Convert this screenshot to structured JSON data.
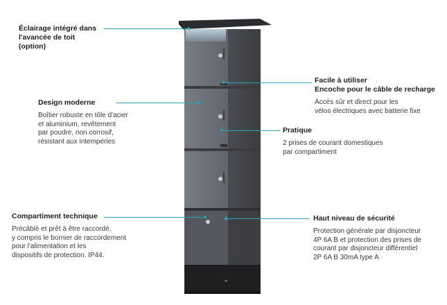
{
  "callouts": {
    "lighting": {
      "title_l1": "Éclairage intégré dans",
      "title_l2": "l'avancée de toit",
      "title_l3": "(option)"
    },
    "design": {
      "title": "Design moderne",
      "text_l1": "Boîtier robuste en tôle d'acier",
      "text_l2": "et aluminium, revêtement",
      "text_l3": "par poudre, non corrosif,",
      "text_l4": "résistant aux intempéries"
    },
    "technical": {
      "title": "Compartiment technique",
      "text_l1": "Précâblé et prêt à être raccordé,",
      "text_l2": "y compris le bornier de raccordement",
      "text_l3": "pour l'alimentation et les",
      "text_l4": "dispositifs de protection. IP44."
    },
    "easy": {
      "title_l1": "Facile à utiliser",
      "title_l2": "Encoche pour le câble de recharge",
      "text_l1": "Accès sûr et direct pour les",
      "text_l2": "vélos électriques avec batterie fixe"
    },
    "practical": {
      "title": "Pratique",
      "text_l1": "2 prises de courant domestiques",
      "text_l2": "par compartiment"
    },
    "security": {
      "title": "Haut niveau de sécurité",
      "text_l1": "Protection générale par disjoncteur",
      "text_l2": "4P 6A B et protection des prises de",
      "text_l3": "courant par disjoncteur différentiel",
      "text_l4": "2P 6A B 30mA type A"
    }
  },
  "colors": {
    "accent": "#2aa5b3",
    "cabinet_body": "#5a5d63",
    "door": "#6a6e75",
    "roof": "#2b2c2f",
    "base": "#1f1f21"
  }
}
